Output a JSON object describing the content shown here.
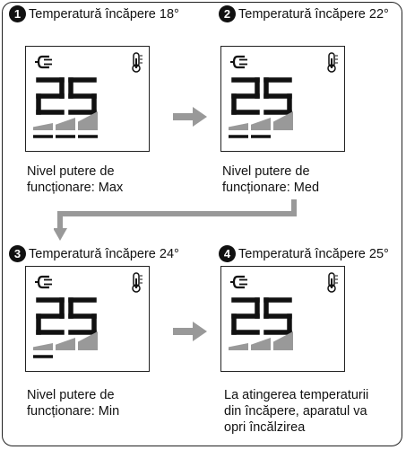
{
  "panels": [
    {
      "number": "1",
      "title": "Temperatură încăpere 18°",
      "display_value": "25",
      "power_level": "Max",
      "caption": "Nivel putere de\nfuncționare: Max"
    },
    {
      "number": "2",
      "title": "Temperatură încăpere 22°",
      "display_value": "25",
      "power_level": "Med",
      "caption": "Nivel putere de\nfuncționare: Med"
    },
    {
      "number": "3",
      "title": "Temperatură încăpere 24°",
      "display_value": "25",
      "power_level": "Min",
      "caption": "Nivel putere de\nfuncționare: Min"
    },
    {
      "number": "4",
      "title": "Temperatură încăpere 25°",
      "display_value": "25",
      "power_level": "Off",
      "caption": "La atingerea temperaturii\ndin încăpere, aparatul va\nopri încălzirea"
    }
  ],
  "icons": {
    "plug": "plug-icon",
    "thermometer": "thermometer-icon",
    "arrow": "arrow-right-icon"
  },
  "colors": {
    "arrow": "#999999",
    "bar_fill": "#999999",
    "ink": "#111111"
  }
}
